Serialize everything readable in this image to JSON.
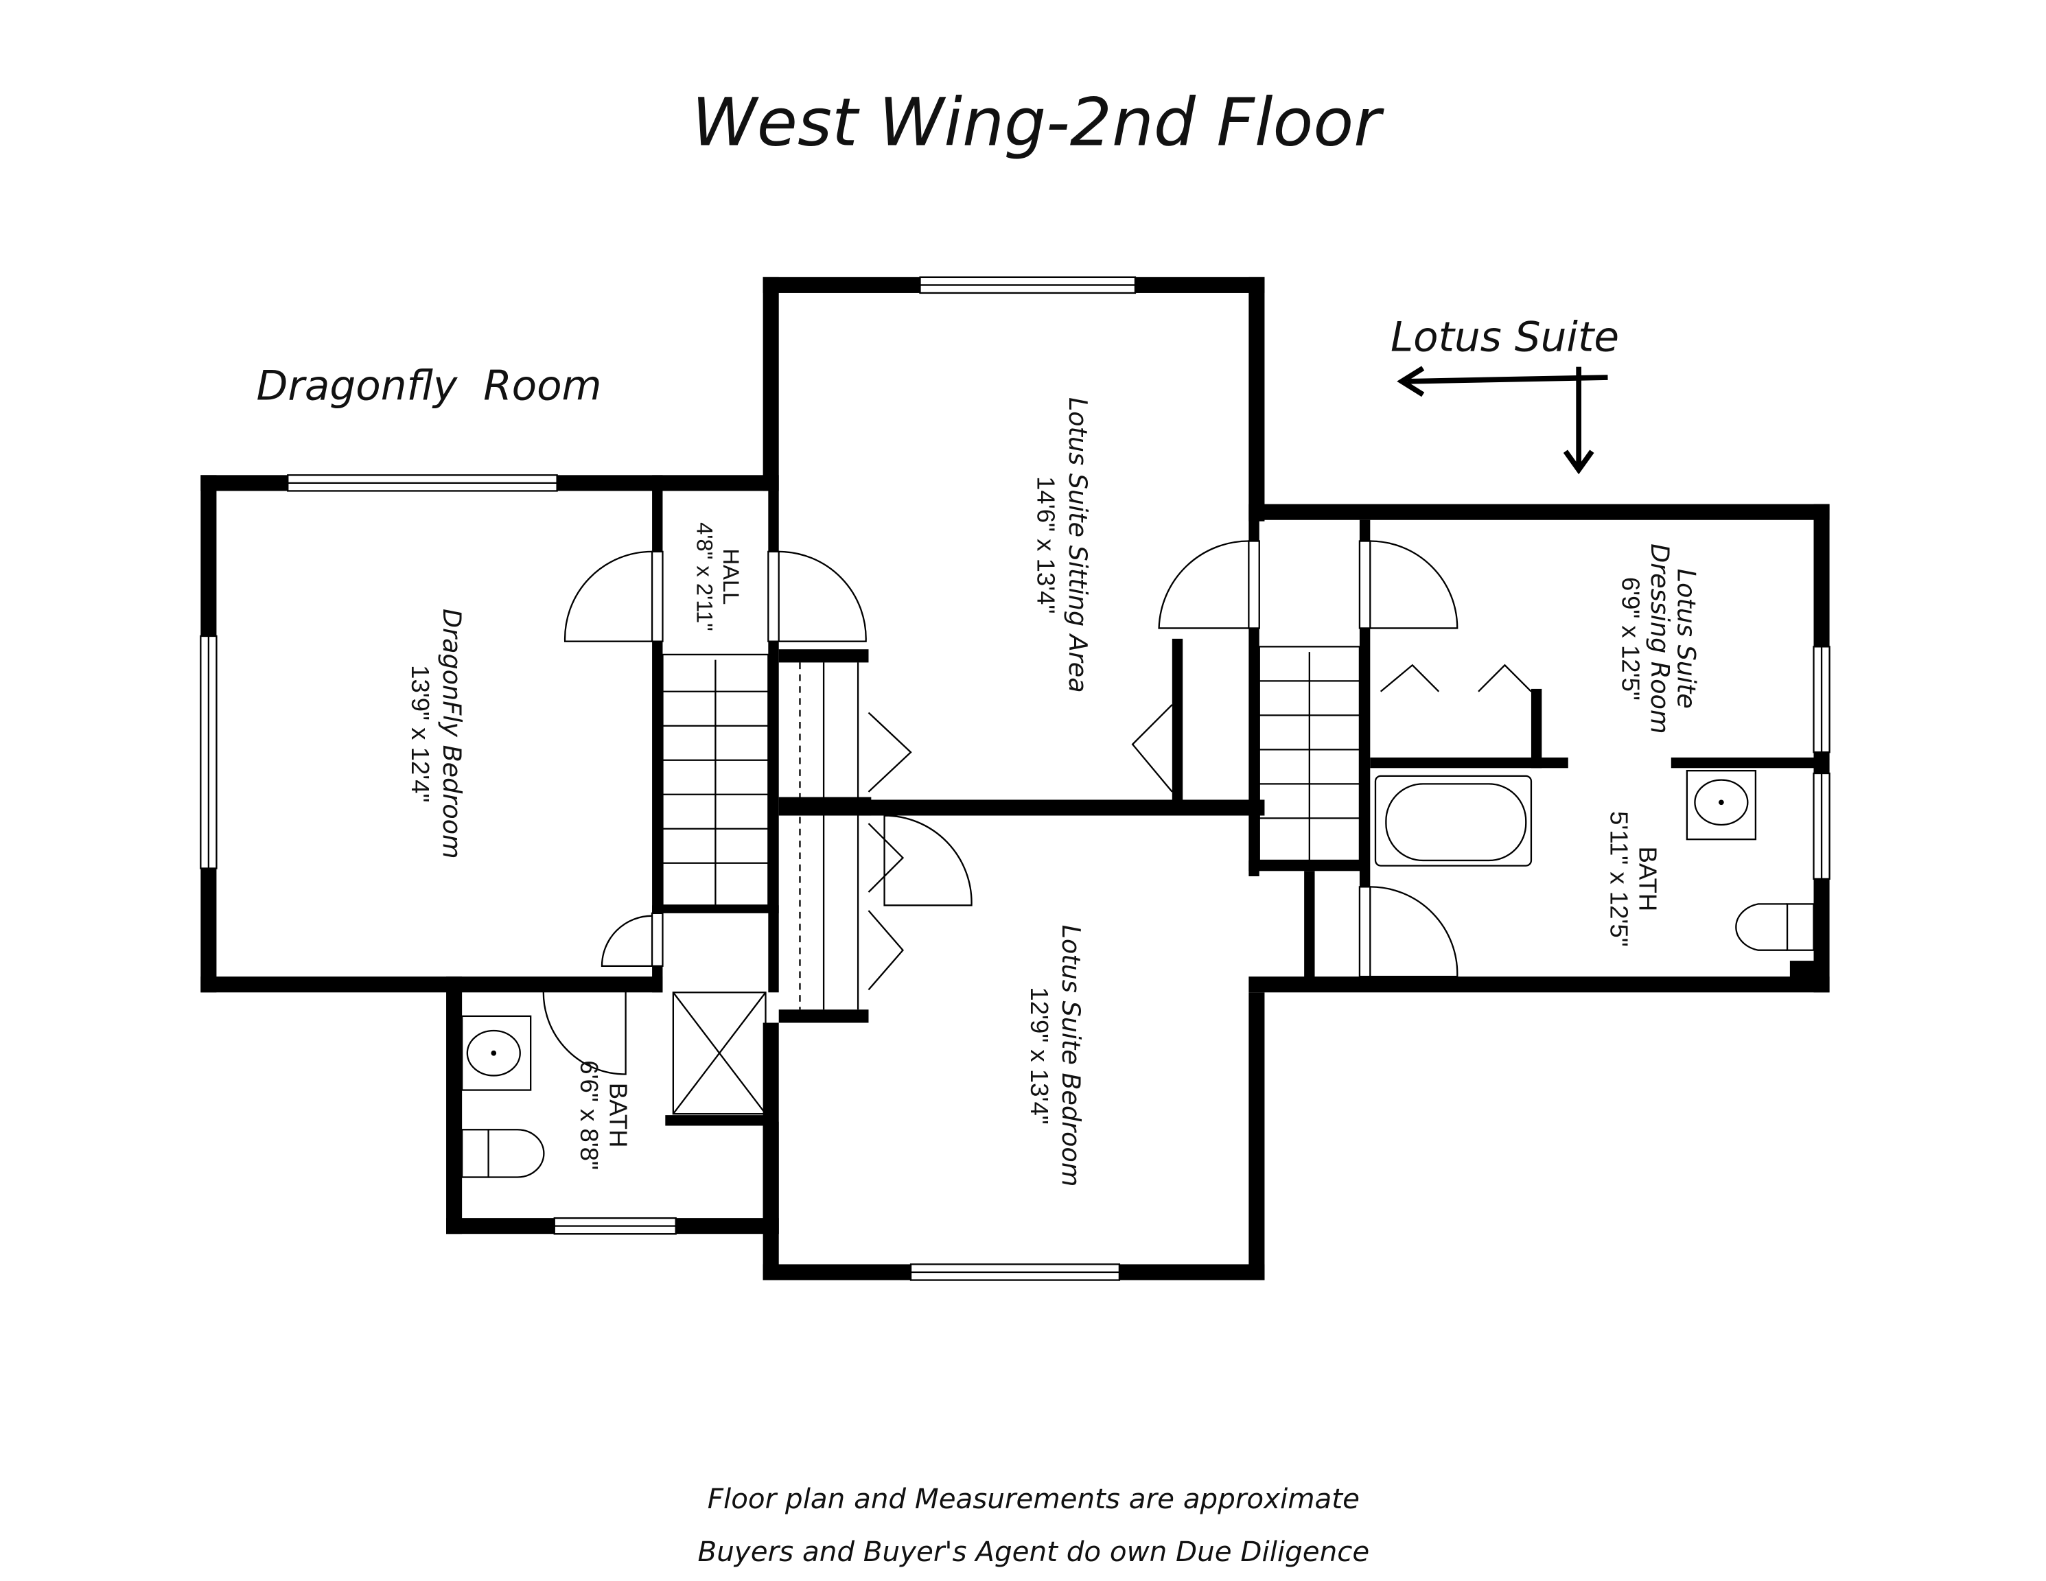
{
  "title": "West Wing-2nd Floor",
  "annotations": {
    "dragonfly_room": "Dragonfly  Room",
    "lotus_suite": "Lotus Suite"
  },
  "rooms": {
    "dragonfly_bedroom": {
      "name": "DragonFly Bedroom",
      "dims": "13'9\" x 12'4\""
    },
    "hall": {
      "name": "HALL",
      "dims": "4'8\" x 2'11\""
    },
    "sitting_area": {
      "name": "Lotus Suite Sitting Area",
      "dims": "14'6\" x 13'4\""
    },
    "dressing_room": {
      "name1": "Lotus Suite",
      "name2": "Dressing Room",
      "dims": "6'9\" x 12'5\""
    },
    "lotus_bath": {
      "name": "BATH",
      "dims": "5'11\" x 12'5\""
    },
    "lotus_bedroom": {
      "name": "Lotus Suite Bedroom",
      "dims": "12'9\" x 13'4\""
    },
    "dragonfly_bath": {
      "name": "BATH",
      "dims": "6'6\" x 8'8\""
    }
  },
  "disclaimer": {
    "line1": "Floor plan and Measurements are approximate",
    "line2": "Buyers and Buyer's Agent do own Due Diligence"
  }
}
